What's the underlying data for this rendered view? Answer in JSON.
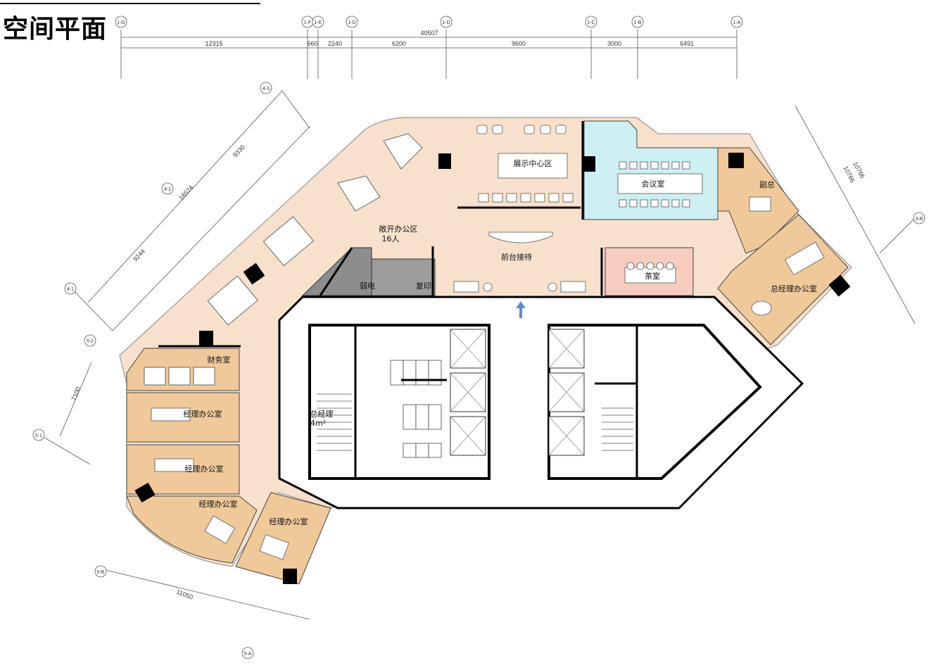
{
  "page": {
    "title": "空间平面"
  },
  "dimensions": {
    "top_total": "40507",
    "top_segments": [
      "12315",
      "660",
      "2240",
      "6200",
      "9600",
      "3000",
      "6491"
    ],
    "left_diag_total": "18574",
    "left_diag_a": "9330",
    "left_diag_b": "9244",
    "left_lower": "7100",
    "bottom_diag": "11050",
    "right_a": "10766",
    "right_b": "10766"
  },
  "axes": {
    "top": [
      "1-G",
      "1-F",
      "1-E",
      "1-D",
      "1-D",
      "1-C",
      "1-B",
      "1-A"
    ],
    "left": [
      "4-3",
      "4-2",
      "4-1",
      "5-2",
      "5-1",
      "5-B",
      "5-A"
    ],
    "right": [
      "3-B"
    ]
  },
  "rooms": {
    "open_office": "敞开办公区",
    "open_office_count": "16人",
    "exhibition": "展示中心区",
    "meeting": "会议室",
    "vice_gm": "副总",
    "reception": "前台接待",
    "tea": "茶室",
    "gm_office": "总经理办公室",
    "weak_current": "弱电",
    "print": "复印",
    "finance": "财务室",
    "manager_1": "经理办公室",
    "manager_2": "经理办公室",
    "manager_3": "经理办公室",
    "manager_4": "经理办公室",
    "core_label": "总经理",
    "core_area": "4m²"
  },
  "colors": {
    "office_floor": "#f7e1cc",
    "private_office": "#f0c99a",
    "meeting_room": "#cdeff2",
    "tea_room": "#f6cdbf",
    "service_room": "#8d8d8d",
    "core": "#ffffff",
    "wall": "#000000",
    "entrance_arrow": "#5b8fc9"
  }
}
